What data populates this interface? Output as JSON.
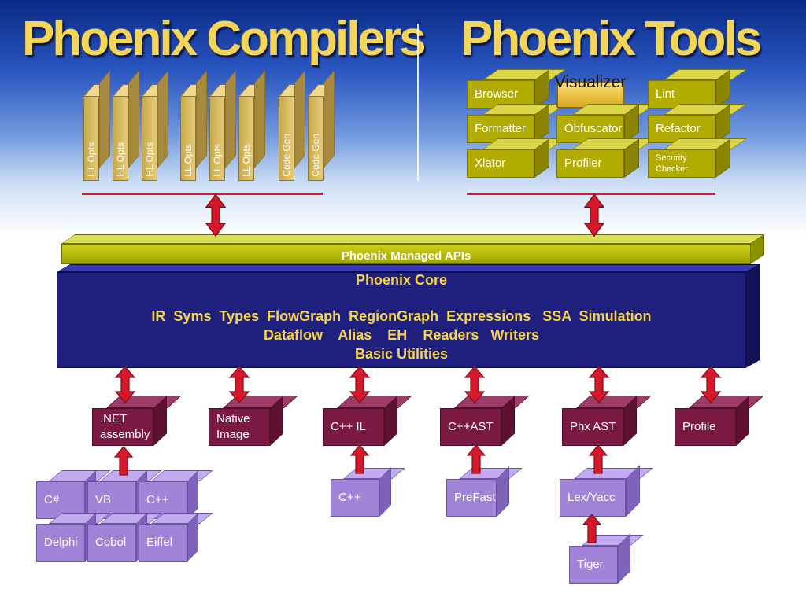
{
  "titles": {
    "left": "Phoenix Compilers",
    "right": "Phoenix Tools"
  },
  "compiler_phases": [
    "HL Opts",
    "HL Opts",
    "HL Opts",
    "LL Opts",
    "LL Opts",
    "LL Opts",
    "Code Gen",
    "Code Gen"
  ],
  "tools": {
    "col1": [
      "Browser",
      "Formatter",
      "Xlator"
    ],
    "col2_highlight": "Visualizer",
    "col2": [
      "Obfuscator",
      "Profiler"
    ],
    "col3": [
      "Lint",
      "Refactor",
      "Security Checker"
    ]
  },
  "managed_apis": "Phoenix Managed APIs",
  "core": {
    "title": "Phoenix Core",
    "line1": "IR  Syms  Types  FlowGraph  RegionGraph  Expressions   SSA  Simulation",
    "line2": "Dataflow    Alias    EH    Readers   Writers",
    "line3": "Basic Utilities"
  },
  "inputs": [
    ".NET assembly",
    "Native Image",
    "C++ IL",
    "C++AST",
    "Phx AST",
    "Profile"
  ],
  "languages": {
    "row1": [
      "C#",
      "VB",
      "C++"
    ],
    "row2": [
      "Delphi",
      "Cobol",
      "Eiffel"
    ]
  },
  "frontends": [
    "C++",
    "PreFast",
    "Lex/Yacc",
    "Tiger"
  ],
  "colors": {
    "title": "#f3d55a",
    "olive": "#b3ac00",
    "maroon": "#7a1a43",
    "violet": "#a184d8",
    "core": "#1f1f7e",
    "core_text": "#f7d44a",
    "arrow": "#d7182a"
  }
}
